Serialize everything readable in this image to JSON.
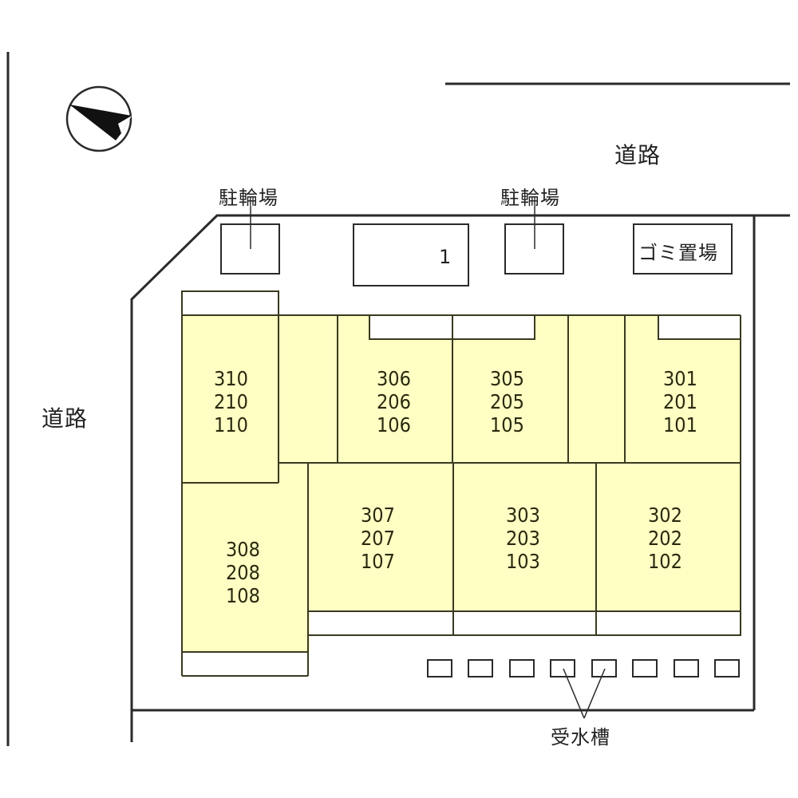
{
  "colors": {
    "unit_fill": "#FFFFC4",
    "line": "#2a2a2a",
    "unit_line": "#3a3a20",
    "background": "#FFFFFF"
  },
  "compass": {
    "icon": "north-arrow-icon"
  },
  "roads": {
    "top_label": "道路",
    "left_label": "道路"
  },
  "facilities": {
    "bicycle_parking_left": "駐輪場",
    "bicycle_parking_right": "駐輪場",
    "parking_space_number": "1",
    "garbage_area": "ゴミ置場",
    "water_tank": "受水槽"
  },
  "units": [
    {
      "id": "block-310",
      "rooms": [
        "310",
        "210",
        "110"
      ]
    },
    {
      "id": "block-306",
      "rooms": [
        "306",
        "206",
        "106"
      ]
    },
    {
      "id": "block-305",
      "rooms": [
        "305",
        "205",
        "105"
      ]
    },
    {
      "id": "block-301",
      "rooms": [
        "301",
        "201",
        "101"
      ]
    },
    {
      "id": "block-308",
      "rooms": [
        "308",
        "208",
        "108"
      ]
    },
    {
      "id": "block-307",
      "rooms": [
        "307",
        "207",
        "107"
      ]
    },
    {
      "id": "block-303",
      "rooms": [
        "303",
        "203",
        "103"
      ]
    },
    {
      "id": "block-302",
      "rooms": [
        "302",
        "202",
        "102"
      ]
    }
  ],
  "water_tank_boxes": 8
}
